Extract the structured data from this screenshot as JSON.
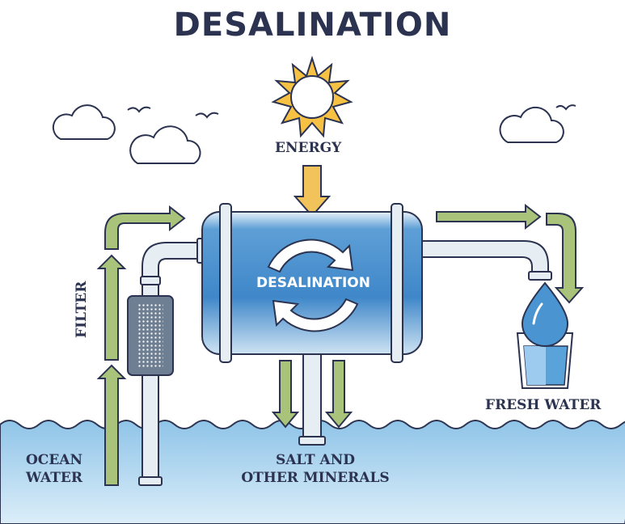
{
  "title": "DESALINATION",
  "labels": {
    "energy": "ENERGY",
    "tank": "DESALINATION",
    "filter": "FILTER",
    "fresh_water": "FRESH WATER",
    "ocean_water_line1": "OCEAN",
    "ocean_water_line2": "WATER",
    "salt_line1": "SALT AND",
    "salt_line2": "OTHER MINERALS"
  },
  "colors": {
    "ink": "#2b3350",
    "water_light": "#cfe6f5",
    "water_mid": "#7cb8e2",
    "water_dark": "#3a86c8",
    "arrow_green": "#a9c47a",
    "arrow_yellow": "#f2c35a",
    "sun": "#f7c244",
    "pipe": "#e6edf3"
  }
}
